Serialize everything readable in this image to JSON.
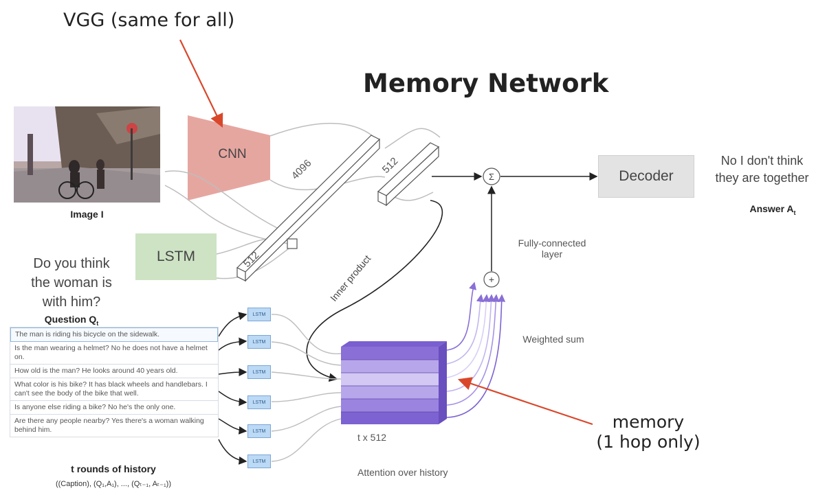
{
  "annotations": {
    "vgg": "VGG (same for all)",
    "title": "Memory Network",
    "memory_line1": "memory",
    "memory_line2": "(1 hop only)"
  },
  "image": {
    "caption": "Image I"
  },
  "question": {
    "text_line1": "Do you think",
    "text_line2": "the woman is",
    "text_line3": "with him?",
    "label": "Question Q",
    "label_sub": "t"
  },
  "blocks": {
    "cnn": "CNN",
    "lstm": "LSTM",
    "decoder": "Decoder",
    "small_lstm": "LSTM"
  },
  "dims": {
    "d4096": "4096",
    "d512_a": "512",
    "d512_b": "512",
    "t512": "t x 512"
  },
  "labels": {
    "inner_product": "Inner product",
    "fc_line1": "Fully-connected",
    "fc_line2": "layer",
    "weighted_sum": "Weighted sum",
    "attention": "Attention over history",
    "sigma": "Σ",
    "plus": "+"
  },
  "answer": {
    "text_line1": "No I don't think",
    "text_line2": "they are together",
    "label": "Answer A",
    "label_sub": "t"
  },
  "history": {
    "rows": [
      "The man is riding his bicycle on the sidewalk.",
      "Is the man wearing a helmet? No he does not have a helmet on.",
      "How old is the man? He looks around 40 years old.",
      "What color is his bike? It has black wheels and handlebars. I can't see the body of the bike that well.",
      "Is anyone else riding a bike? No he's the only one.",
      "Are there any people nearby? Yes there's a woman walking behind him."
    ],
    "label": "t rounds of history",
    "formula": "((Caption), (Q₁,A₁), ..., (Qₜ₋₁, Aₜ₋₁))"
  },
  "colors": {
    "cnn_fill": "#e6a6a0",
    "lstm_fill": "#cde3c4",
    "decoder_fill": "#e3e3e3",
    "annotation_arrow": "#d9472b",
    "memory_purple": "#8a6fd6",
    "small_lstm_fill": "#bcd9f5"
  }
}
